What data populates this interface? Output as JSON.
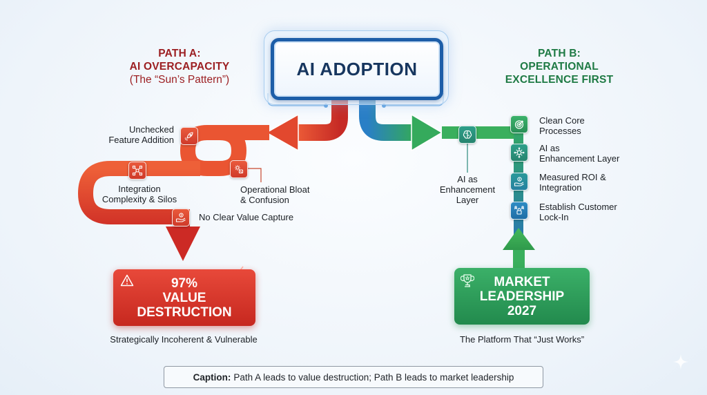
{
  "center": {
    "title": "AI ADOPTION"
  },
  "path_a": {
    "title_line1": "PATH A:",
    "title_line2": "AI OVERCAPACITY",
    "title_line3": "(The “Sun’s Pattern”)",
    "steps": [
      {
        "label_line1": "Unchecked",
        "label_line2": "Feature Addition",
        "icon": "rocket-icon"
      },
      {
        "label_line1": "Operational Bloat",
        "label_line2": "& Confusion",
        "icon": "gear-window-icon"
      },
      {
        "label_line1": "Integration",
        "label_line2": "Complexity & Silos",
        "icon": "network-nodes-icon"
      },
      {
        "label_line1": "No Clear Value Capture",
        "label_line2": "",
        "icon": "hand-coin-icon"
      }
    ],
    "outcome": {
      "line1": "97%",
      "line2": "VALUE",
      "line3": "DESTRUCTION",
      "icon": "warning-icon",
      "subtitle": "Strategically Incoherent & Vulnerable"
    },
    "color": "#d9392b"
  },
  "path_b": {
    "title_line1": "PATH B:",
    "title_line2": "OPERATIONAL",
    "title_line3": "EXCELLENCE FIRST",
    "branch_step": {
      "label_line1": "AI as",
      "label_line2": "Enhancement",
      "label_line3": "Layer",
      "icon": "brain-icon"
    },
    "steps": [
      {
        "label_line1": "Clean Core",
        "label_line2": "Processes",
        "icon": "target-icon"
      },
      {
        "label_line1": "AI as",
        "label_line2": "Enhancement Layer",
        "icon": "ai-chip-network-icon"
      },
      {
        "label_line1": "Measured ROI &",
        "label_line2": "Integration",
        "icon": "hand-coin-icon"
      },
      {
        "label_line1": "Establish Customer",
        "label_line2": "Lock-In",
        "icon": "lock-people-icon"
      }
    ],
    "outcome": {
      "line1": "MARKET",
      "line2": "LEADERSHIP",
      "line3": "2027",
      "icon": "trophy-icon",
      "subtitle": "The Platform That “Just Works”"
    },
    "color": "#2f9e5a"
  },
  "caption": {
    "label": "Caption:",
    "text": "Path A leads to value destruction; Path B leads to market leadership"
  }
}
